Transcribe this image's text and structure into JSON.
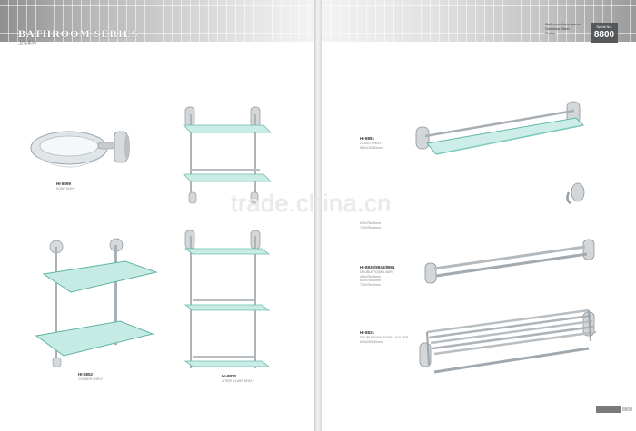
{
  "header": {
    "series_title": "BATHROOM SERIES",
    "series_subtitle": "卫浴系列"
  },
  "series_info": {
    "line1": "Bathroom Accessories",
    "line2": "Stainless Steel",
    "line3": "Series"
  },
  "series_number": {
    "label": "Serial No.",
    "value": "8800"
  },
  "products": [
    {
      "id": "soap-dish",
      "model": "HI-8899",
      "desc": "SOAP DISH"
    },
    {
      "id": "two-tier-shelf",
      "model": "",
      "desc": ""
    },
    {
      "id": "corner-shelf",
      "model": "HI-8852",
      "desc": "CORNER SHELF"
    },
    {
      "id": "three-tier-shelf",
      "model": "HI-8823",
      "desc": "3-TIER GLASS SHELF"
    },
    {
      "id": "glass-shelf",
      "model": "HI-8891",
      "desc": "GLASS SHELF",
      "size": "560x130x50mm"
    },
    {
      "id": "hook",
      "model": "",
      "desc": "",
      "size_a": "610x75x46mm",
      "size_b": "710x75x46mm"
    },
    {
      "id": "towel-bar",
      "model": "HI-8836/8846/8861",
      "desc": "DOUBLE TOWEL BAR",
      "size_a": "460x75x46mm",
      "size_b": "610x75x46mm",
      "size_c": "710x75x46mm"
    },
    {
      "id": "towel-rack",
      "model": "HI-8821",
      "desc": "DOUBLE BATH TOWEL HOLDER",
      "size": "610x230x90mm"
    }
  ],
  "watermark": "trade.china.cn",
  "page_numbers": {
    "right": "8800"
  }
}
